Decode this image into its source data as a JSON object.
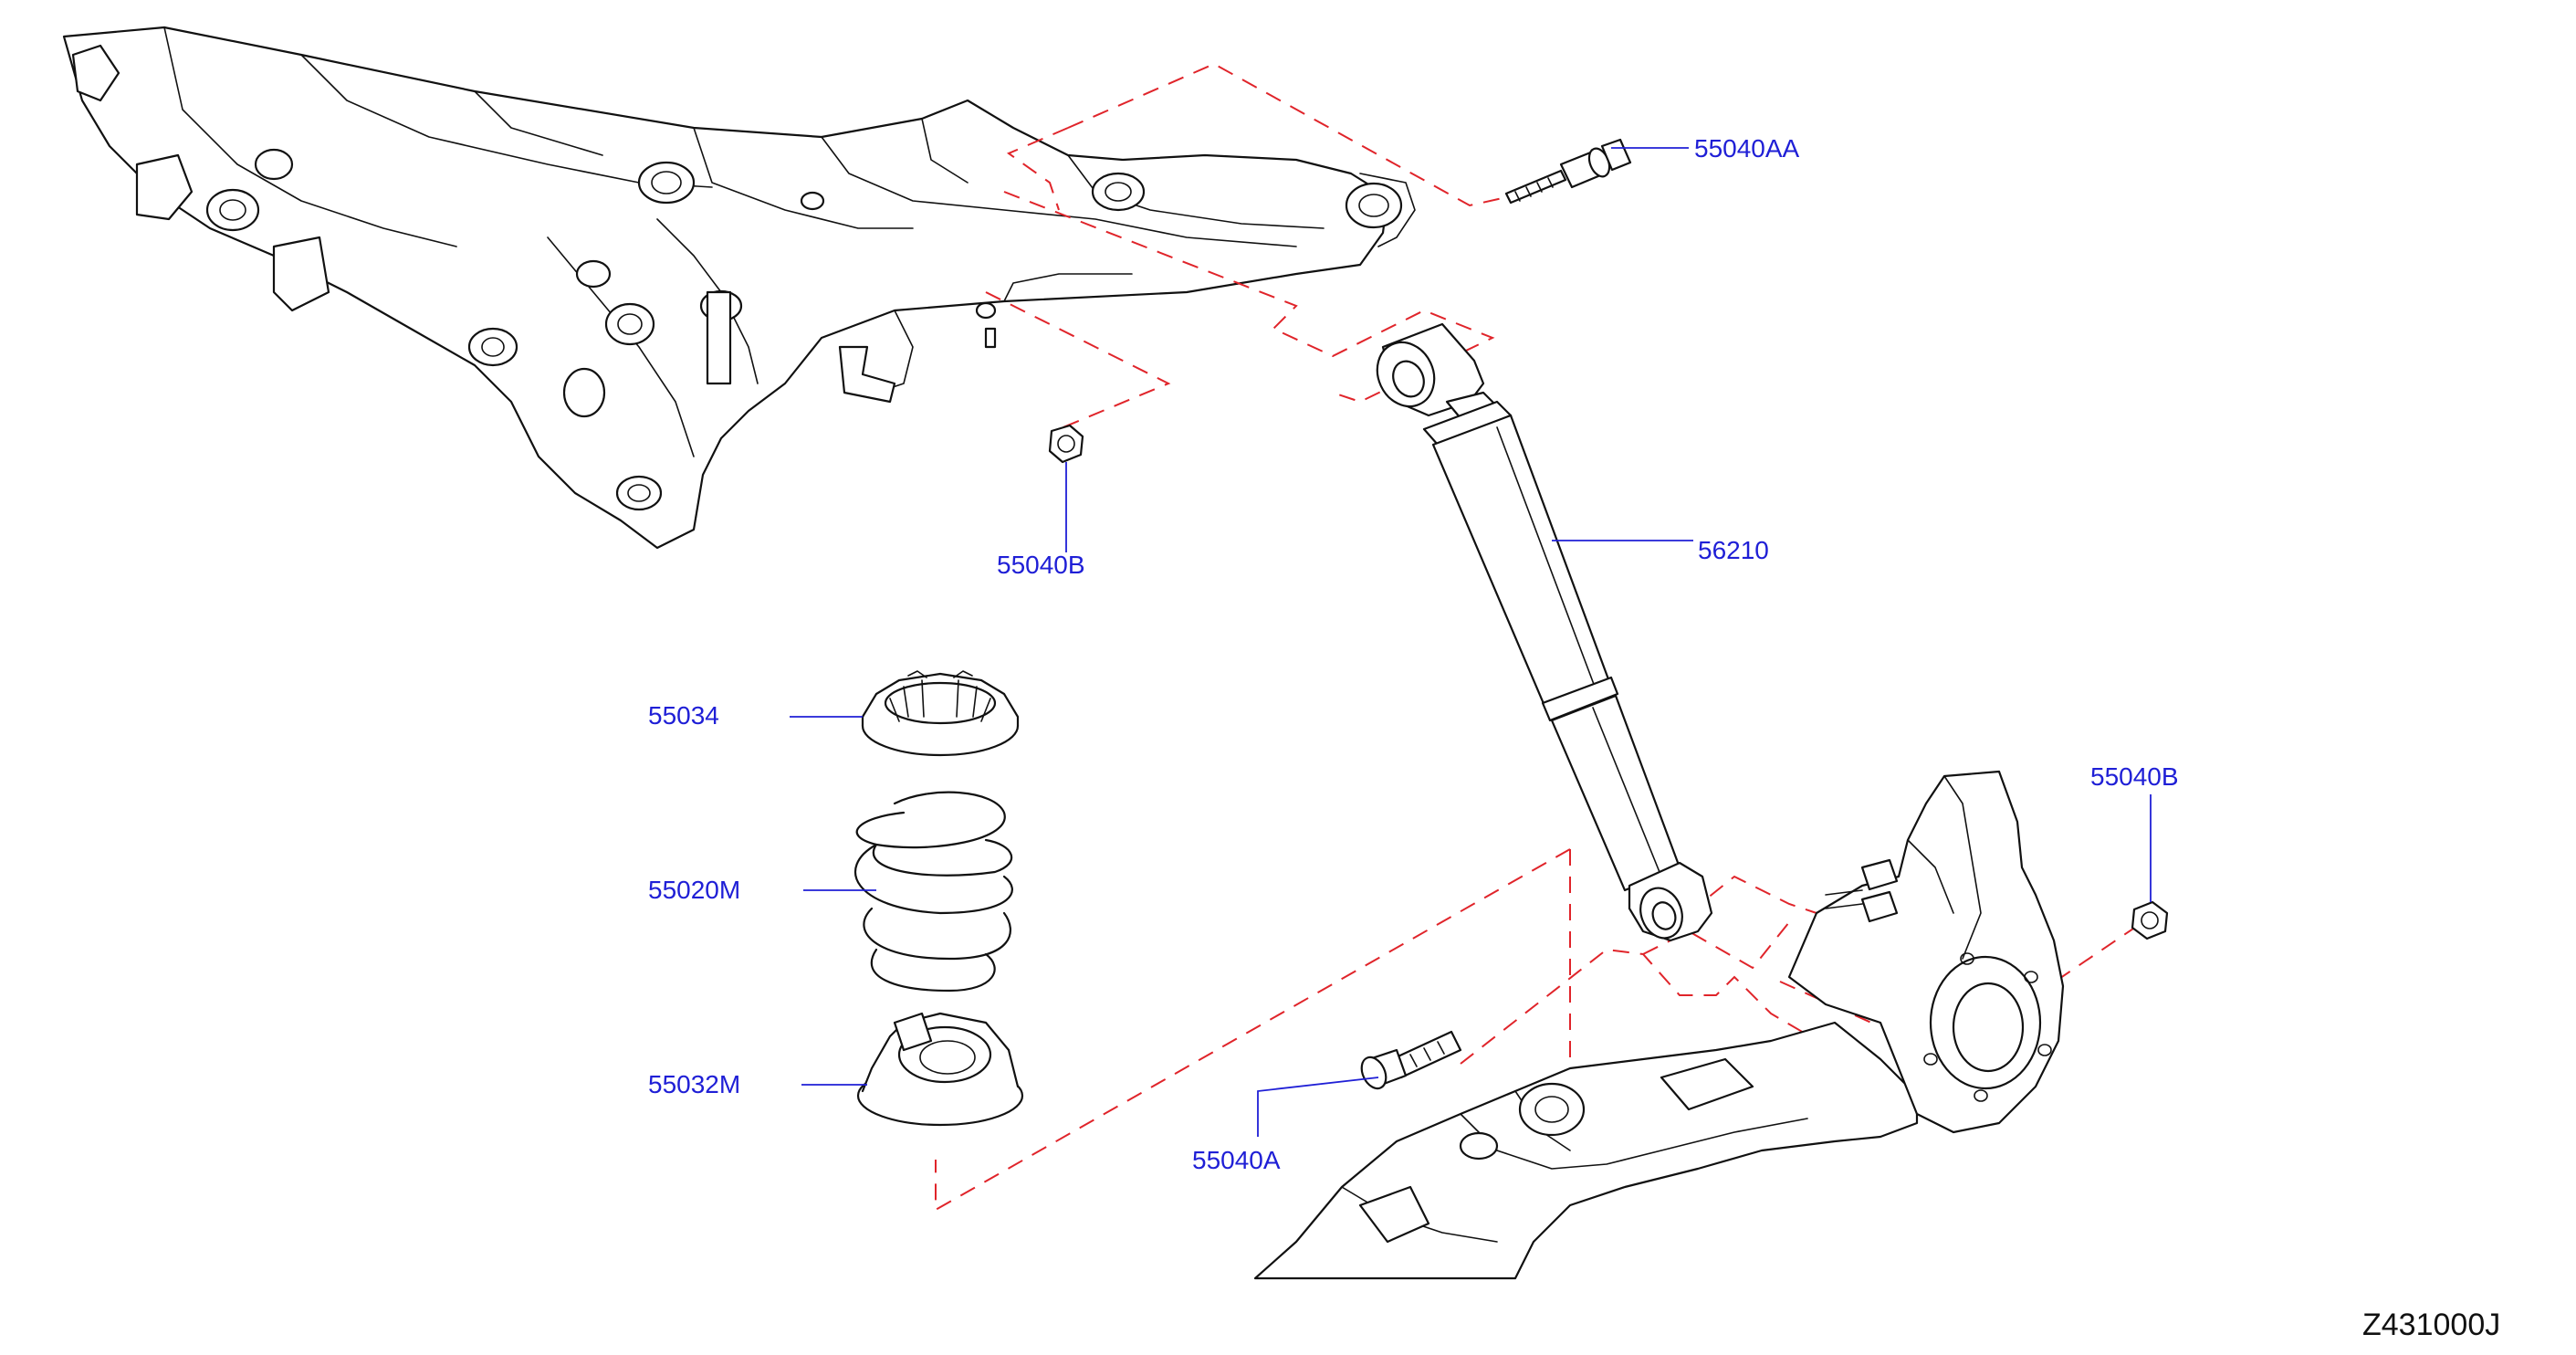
{
  "diagram": {
    "labels": {
      "bolt_upper": "55040AA",
      "nut_upper": "55040B",
      "shock_absorber": "56210",
      "spring_seat_upper": "55034",
      "coil_spring": "55020M",
      "spring_seat_lower": "55032M",
      "nut_lower": "55040B",
      "bolt_lower": "55040A"
    },
    "drawing_code": "Z431000J",
    "colors": {
      "label_text": "#1f1fd6",
      "leader_line": "#1f1fd6",
      "assembly_dash": "#e0242a",
      "line_art": "#111111"
    }
  }
}
